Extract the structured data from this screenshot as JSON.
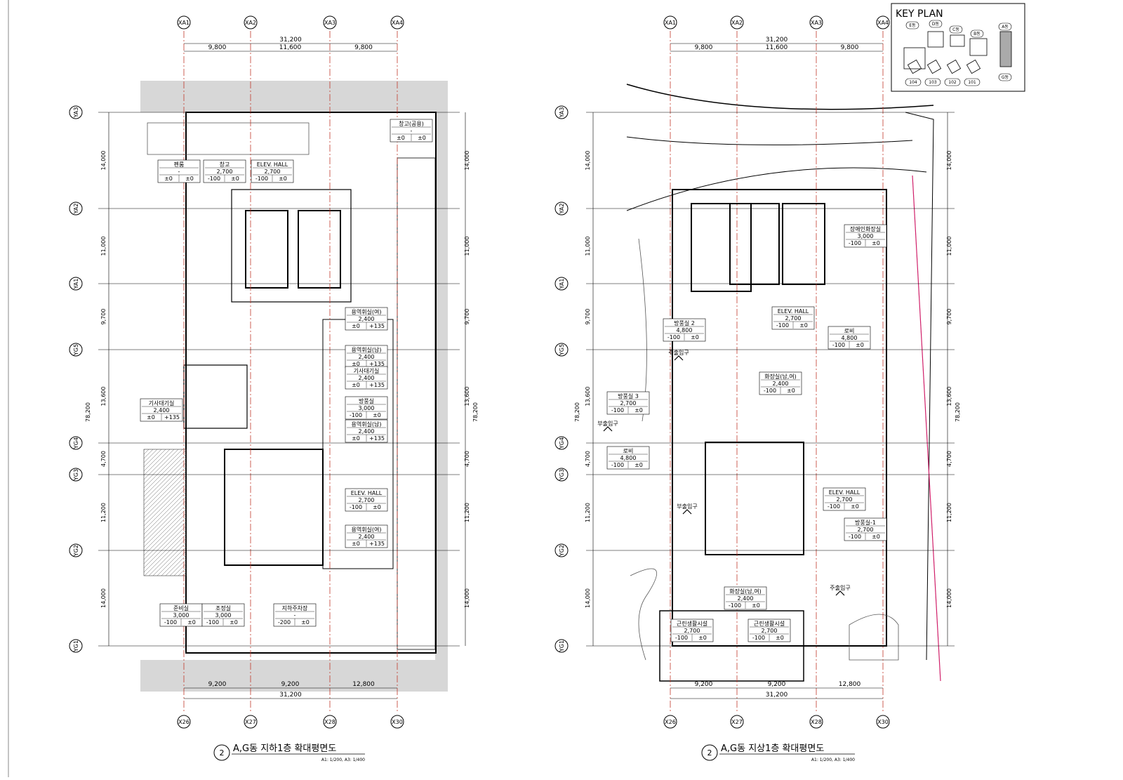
{
  "key_plan": {
    "title": "KEY PLAN",
    "buildings": [
      "E동",
      "D동",
      "C동",
      "B동",
      "A동",
      "G동"
    ],
    "lots": [
      "104",
      "103",
      "102",
      "101"
    ]
  },
  "plans": [
    {
      "id": "b1",
      "title_number": "2",
      "title": "A,G동 지하1층 확대평면도",
      "scale": "A1: 1/200, A3: 1/400",
      "grid_top": [
        "XA1",
        "XA2",
        "XA3",
        "XA4"
      ],
      "grid_bottom": [
        "X26",
        "X27",
        "X28",
        "X30"
      ],
      "grid_left": [
        "YA3",
        "YA2",
        "YA1",
        "YG5",
        "YG4",
        "YG3",
        "YG2",
        "YG1"
      ],
      "dim_top_total": "31,200",
      "dim_top": [
        "9,800",
        "11,600",
        "9,800"
      ],
      "dim_bottom_total": "31,200",
      "dim_bottom": [
        "9,200",
        "9,200",
        "12,800"
      ],
      "dim_side": [
        "14,000",
        "11,000",
        "9,700",
        "13,600",
        "4,700",
        "11,200",
        "14,000"
      ],
      "dim_overall": "78,200",
      "rooms": [
        {
          "name": "펜룸",
          "h": "-",
          "lv": [
            "±0",
            "±0"
          ]
        },
        {
          "name": "창고",
          "h": "2,700",
          "lv": [
            "-100",
            "±0"
          ]
        },
        {
          "name": "ELEV. HALL",
          "h": "2,700",
          "lv": [
            "-100",
            "±0"
          ]
        },
        {
          "name": "창고(공용)",
          "h": "-",
          "lv": [
            "±0",
            "±0"
          ]
        },
        {
          "name": "용역휘실(여)",
          "h": "2,400",
          "lv": [
            "±0",
            "+135"
          ]
        },
        {
          "name": "용역휘실(남)",
          "h": "2,400",
          "lv": [
            "±0",
            "+135"
          ]
        },
        {
          "name": "기사대기실",
          "h": "2,400",
          "lv": [
            "±0",
            "+135"
          ]
        },
        {
          "name": "방풍실",
          "h": "3,000",
          "lv": [
            "-100",
            "±0"
          ]
        },
        {
          "name": "용역휘실(남)",
          "h": "2,400",
          "lv": [
            "±0",
            "+135"
          ]
        },
        {
          "name": "기사대기실",
          "h": "2,400",
          "lv": [
            "±0",
            "+135"
          ]
        },
        {
          "name": "ELEV. HALL",
          "h": "2,700",
          "lv": [
            "-100",
            "±0"
          ]
        },
        {
          "name": "용역휘실(여)",
          "h": "2,400",
          "lv": [
            "±0",
            "+135"
          ]
        },
        {
          "name": "준비실",
          "h": "3,000",
          "lv": [
            "-100",
            "±0"
          ]
        },
        {
          "name": "조정실",
          "h": "3,000",
          "lv": [
            "-100",
            "±0"
          ]
        },
        {
          "name": "지하주차장",
          "h": "-",
          "lv": [
            "-200",
            "±0"
          ]
        }
      ]
    },
    {
      "id": "gf",
      "title_number": "2",
      "title": "A,G동 지상1층 확대평면도",
      "scale": "A1: 1/200, A3: 1/400",
      "grid_top": [
        "XA1",
        "XA2",
        "XA3",
        "XA4"
      ],
      "grid_bottom": [
        "X26",
        "X27",
        "X28",
        "X30"
      ],
      "grid_right": [
        "YA3",
        "YA2",
        "YA1",
        "YG5",
        "YG4",
        "YG3",
        "YG2",
        "YG1"
      ],
      "dim_top_total": "31,200",
      "dim_top": [
        "9,800",
        "11,600",
        "9,800"
      ],
      "dim_bottom_total": "31,200",
      "dim_bottom": [
        "9,200",
        "9,200",
        "12,800"
      ],
      "dim_side": [
        "14,000",
        "11,000",
        "9,700",
        "13,600",
        "4,700",
        "11,200",
        "14,000"
      ],
      "dim_overall": "78,200",
      "rooms": [
        {
          "name": "장애인화장실",
          "h": "3,000",
          "lv": [
            "-100",
            "±0"
          ]
        },
        {
          "name": "ELEV. HALL",
          "h": "2,700",
          "lv": [
            "-100",
            "±0"
          ]
        },
        {
          "name": "방풍실 2",
          "h": "4,800",
          "lv": [
            "-100",
            "±0"
          ]
        },
        {
          "name": "로비",
          "h": "4,800",
          "lv": [
            "-100",
            "±0"
          ]
        },
        {
          "name": "화장실(남,여)",
          "h": "2,400",
          "lv": [
            "-100",
            "±0"
          ]
        },
        {
          "name": "방풍실 3",
          "h": "2,700",
          "lv": [
            "-100",
            "±0"
          ]
        },
        {
          "name": "로비",
          "h": "4,800",
          "lv": [
            "-100",
            "±0"
          ]
        },
        {
          "name": "ELEV. HALL",
          "h": "2,700",
          "lv": [
            "-100",
            "±0"
          ]
        },
        {
          "name": "방풍실-1",
          "h": "2,700",
          "lv": [
            "-100",
            "±0"
          ]
        },
        {
          "name": "화장실(남,여)",
          "h": "2,400",
          "lv": [
            "-100",
            "±0"
          ]
        },
        {
          "name": "근린생활시설",
          "h": "2,700",
          "lv": [
            "-100",
            "±0"
          ]
        },
        {
          "name": "근린생활시설",
          "h": "2,700",
          "lv": [
            "-100",
            "±0"
          ]
        }
      ],
      "entrances": [
        "주출입구",
        "부출입구",
        "부출입구",
        "주출입구"
      ]
    }
  ]
}
